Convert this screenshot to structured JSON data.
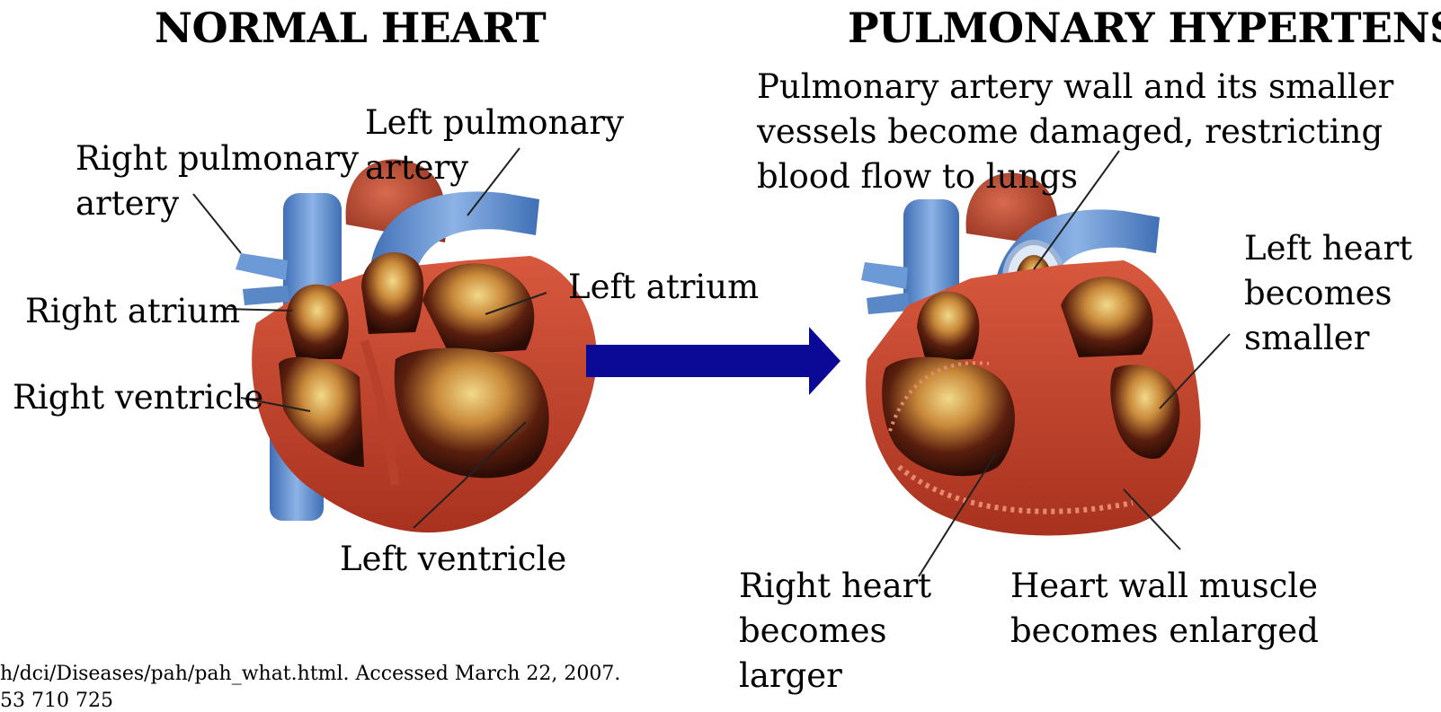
{
  "titles": {
    "left": "NORMAL HEART",
    "right": "PULMONARY HYPERTENSI"
  },
  "normal_labels": {
    "right_pulmonary_artery_1": "Right pulmonary",
    "right_pulmonary_artery_2": "artery",
    "left_pulmonary_artery_1": "Left pulmonary",
    "left_pulmonary_artery_2": "artery",
    "right_atrium": "Right atrium",
    "left_atrium": "Left atrium",
    "right_ventricle": "Right ventricle",
    "left_ventricle": "Left ventricle"
  },
  "ph_labels": {
    "pa_damage_1": "Pulmonary artery wall and its smaller",
    "pa_damage_2": "vessels become damaged, restricting",
    "pa_damage_3": "blood flow to lungs",
    "left_heart_1": "Left heart",
    "left_heart_2": "becomes",
    "left_heart_3": "smaller",
    "right_heart_1": "Right heart",
    "right_heart_2": "becomes",
    "right_heart_3": "larger",
    "wall_muscle_1": "Heart wall muscle",
    "wall_muscle_2": "becomes enlarged"
  },
  "citation": {
    "line1": "h/dci/Diseases/pah/pah_what.html. Accessed March 22, 2007.",
    "line2": "53 710 725"
  },
  "colors": {
    "arrow": "#0a0a96",
    "vein_blue": "#5e8fcf",
    "muscle_red": "#c9442f",
    "aorta_red": "#b8452f",
    "chamber_dark": "#3a140a",
    "chamber_gold": "#e9c76a"
  }
}
